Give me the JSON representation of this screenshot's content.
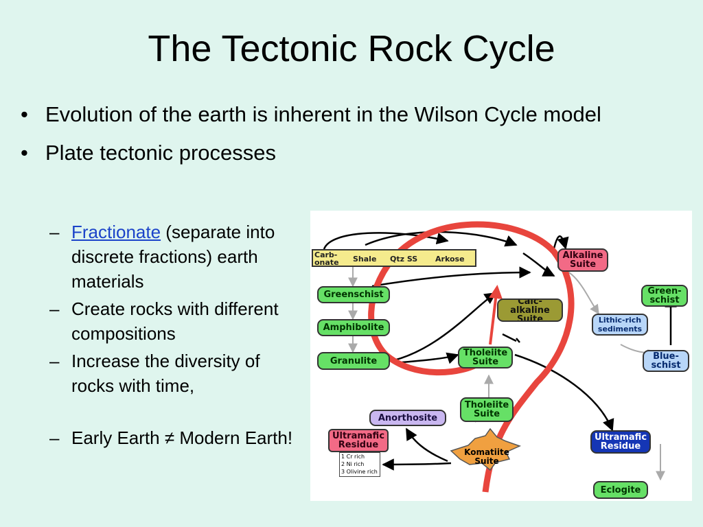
{
  "title": "The Tectonic Rock Cycle",
  "bullets": [
    {
      "text": "Evolution of the earth is inherent in the Wilson Cycle model"
    },
    {
      "text": "Plate tectonic processes"
    }
  ],
  "bullet_symbol": "•",
  "dash_symbol": "–",
  "sub_bullets": [
    {
      "link": "Fractionate",
      "rest": " (separate into discrete fractions) earth materials"
    },
    {
      "text": "Create rocks with different compositions"
    },
    {
      "text": "Increase the diversity of rocks with time,"
    },
    {
      "text": "Early Earth ≠ Modern Earth!"
    }
  ],
  "diagram": {
    "sediment_bar": {
      "carbonate": "Carb-\nonate",
      "shale": "Shale",
      "qtz_ss": "Qtz SS",
      "arkose": "Arkose"
    },
    "nodes": {
      "greenschist_left": "Greenschist",
      "amphibolite": "Amphibolite",
      "granulite": "Granulite",
      "alkaline_suite": "Alkaline\nSuite",
      "calc_alkaline_suite": "Calc-alkaline\nSuite",
      "tholeiite_suite_upper": "Tholeiite\nSuite",
      "tholeiite_suite_lower": "Tholeiite\nSuite",
      "anorthosite": "Anorthosite",
      "ultramafic_residue_left": "Ultramafic\nResidue",
      "ultramafic_residue_right": "Ultramafic\nResidue",
      "komatiite_suite": "Komatiite\nSuite",
      "lithic_rich_sediments": "Lithic-rich\nsediments",
      "greenschist_right": "Green-\nschist",
      "blueschist": "Blue-\nschist",
      "eclogite": "Eclogite"
    },
    "residue_list": [
      "1 Cr rich",
      "2 Ni rich",
      "3 Olivine rich"
    ],
    "colors": {
      "background": "#dff5ee",
      "green_box": "#66e066",
      "lavender_box": "#c9b7f0",
      "pink_box": "#f26a86",
      "light_blue_box": "#b8d6f8",
      "dark_blue_box": "#1536b5",
      "olive_box": "#9b9a34",
      "sediment_bar": "#f5eb8d",
      "cycle_arrow": "#e8453d",
      "link": "#1b43c9"
    }
  }
}
